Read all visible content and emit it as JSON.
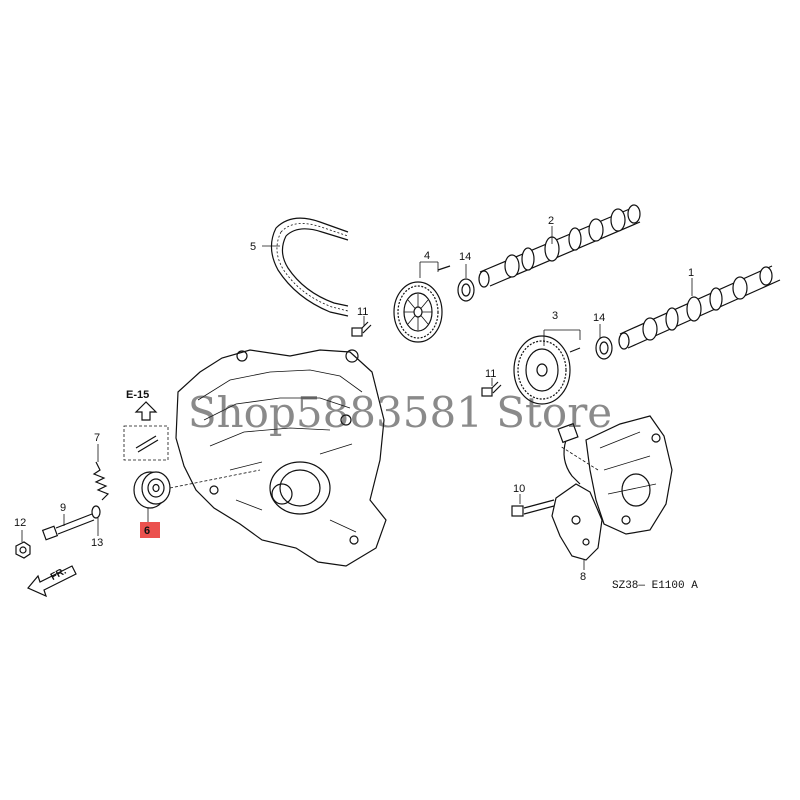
{
  "callouts": {
    "c1": "1",
    "c2": "2",
    "c3": "3",
    "c4": "4",
    "c5": "5",
    "c6": "6",
    "c7": "7",
    "c8": "8",
    "c9": "9",
    "c10": "10",
    "c11a": "11",
    "c11b": "11",
    "c12": "12",
    "c13": "13",
    "c14a": "14",
    "c14b": "14"
  },
  "reference": {
    "label": "E-15"
  },
  "direction": {
    "label": "FR."
  },
  "diagram_code": "SZ38— E1100 A",
  "watermark": "Shop5883581 Store",
  "colors": {
    "highlight": "#e8322f",
    "ink": "#111111"
  }
}
